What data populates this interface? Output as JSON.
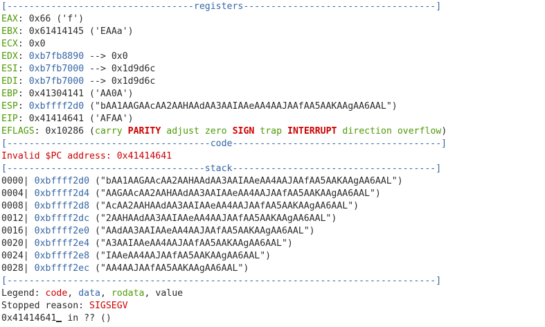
{
  "colors": {
    "blue": "#3465a4",
    "green": "#4e9a06",
    "red": "#cc0000",
    "text": "#2b2b2b",
    "background": "#ffffff"
  },
  "sections": {
    "registers_header": {
      "left": "[----------------------------------",
      "title": "registers",
      "right": "-----------------------------------]"
    },
    "code_header": {
      "left": "[-------------------------------------",
      "title": "code",
      "right": "--------------------------------------]"
    },
    "stack_header": {
      "left": "[------------------------------------",
      "title": "stack",
      "right": "-------------------------------------]"
    },
    "footer_rule": "[------------------------------------------------------------------------------]"
  },
  "registers": [
    {
      "name": "EAX",
      "addr": "",
      "value": " 0x66 ('f')"
    },
    {
      "name": "EBX",
      "addr": "",
      "value": " 0x61414145 ('EAAa')"
    },
    {
      "name": "ECX",
      "addr": "",
      "value": " 0x0"
    },
    {
      "name": "EDX",
      "addr": "0xb7fb8890",
      "value": " --> 0x0"
    },
    {
      "name": "ESI",
      "addr": "0xb7fb7000",
      "value": " --> 0x1d9d6c"
    },
    {
      "name": "EDI",
      "addr": "0xb7fb7000",
      "value": " --> 0x1d9d6c"
    },
    {
      "name": "EBP",
      "addr": "",
      "value": " 0x41304141 ('AA0A')"
    },
    {
      "name": "ESP",
      "addr": "0xbffff2d0",
      "value": " (\"bAA1AAGAAcAA2AAHAAdAA3AAIAAeAA4AAJAAfAA5AAKAAgAA6AAL\")"
    },
    {
      "name": "EIP",
      "addr": "",
      "value": " 0x41414641 ('AFAA')"
    }
  ],
  "eflags": {
    "name": "EFLAGS",
    "value": " 0x10286 (",
    "flags": [
      {
        "text": "carry",
        "set": false
      },
      {
        "text": "PARITY",
        "set": true
      },
      {
        "text": "adjust",
        "set": false
      },
      {
        "text": "zero",
        "set": false
      },
      {
        "text": "SIGN",
        "set": true
      },
      {
        "text": "trap",
        "set": false
      },
      {
        "text": "INTERRUPT",
        "set": true
      },
      {
        "text": "direction",
        "set": false
      },
      {
        "text": "overflow",
        "set": false
      }
    ],
    "close": ")"
  },
  "code": {
    "message": "Invalid $PC address: 0x41414641"
  },
  "stack": [
    {
      "offset": "0000|",
      "addr": "0xbffff2d0",
      "value": "(\"bAA1AAGAAcAA2AAHAAdAA3AAIAAeAA4AAJAAfAA5AAKAAgAA6AAL\")"
    },
    {
      "offset": "0004|",
      "addr": "0xbffff2d4",
      "value": "(\"AAGAAcAA2AAHAAdAA3AAIAAeAA4AAJAAfAA5AAKAAgAA6AAL\")"
    },
    {
      "offset": "0008|",
      "addr": "0xbffff2d8",
      "value": "(\"AcAA2AAHAAdAA3AAIAAeAA4AAJAAfAA5AAKAAgAA6AAL\")"
    },
    {
      "offset": "0012|",
      "addr": "0xbffff2dc",
      "value": "(\"2AAHAAdAA3AAIAAeAA4AAJAAfAA5AAKAAgAA6AAL\")"
    },
    {
      "offset": "0016|",
      "addr": "0xbffff2e0",
      "value": "(\"AAdAA3AAIAAeAA4AAJAAfAA5AAKAAgAA6AAL\")"
    },
    {
      "offset": "0020|",
      "addr": "0xbffff2e4",
      "value": "(\"A3AAIAAeAA4AAJAAfAA5AAKAAgAA6AAL\")"
    },
    {
      "offset": "0024|",
      "addr": "0xbffff2e8",
      "value": "(\"IAAeAA4AAJAAfAA5AAKAAgAA6AAL\")"
    },
    {
      "offset": "0028|",
      "addr": "0xbffff2ec",
      "value": "(\"AA4AAJAAfAA5AAKAAgAA6AAL\")"
    }
  ],
  "legend": {
    "prefix": "Legend: ",
    "items": [
      {
        "text": "code",
        "color": "red"
      },
      {
        "text": "data",
        "color": "blue"
      },
      {
        "text": "rodata",
        "color": "green"
      },
      {
        "text": "value",
        "color": "plain"
      }
    ]
  },
  "stopped": {
    "label": "Stopped reason: ",
    "reason": "SIGSEGV"
  },
  "prompt": {
    "text": "0x41414641",
    "suffix": " in ?? ()"
  }
}
